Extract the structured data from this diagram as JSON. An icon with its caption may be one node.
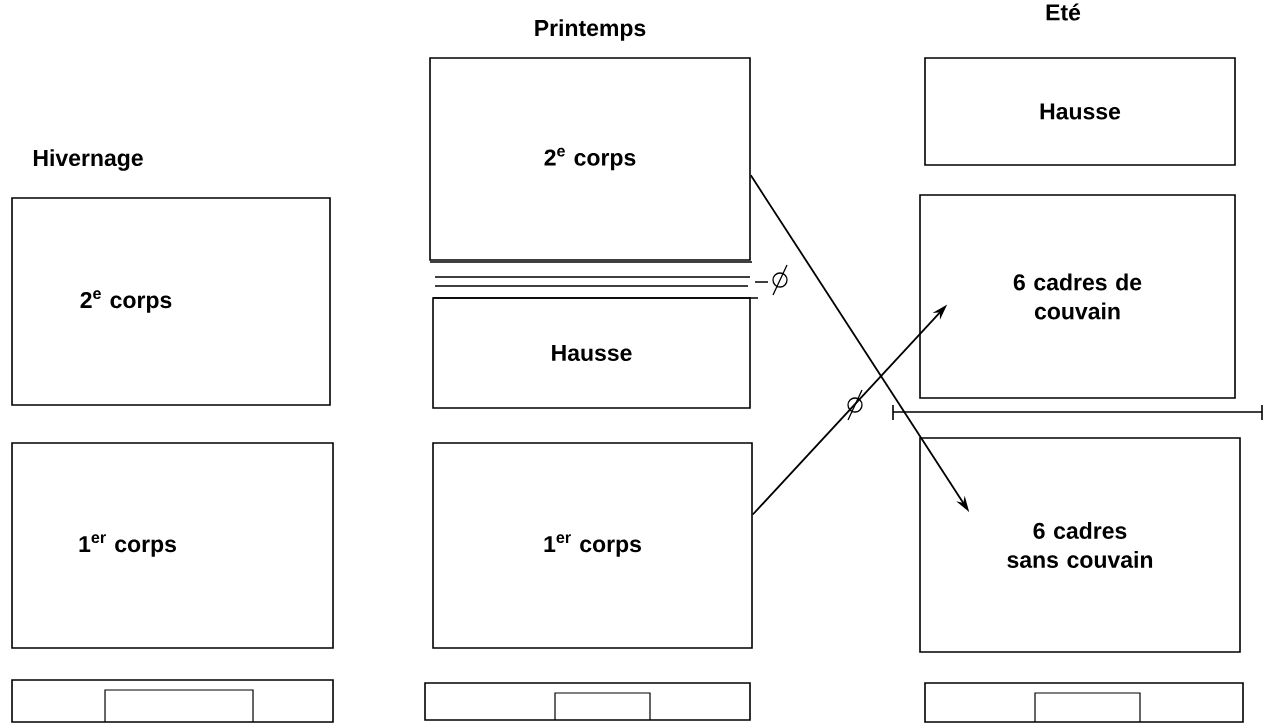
{
  "diagram": {
    "nodes": [
      {
        "text": [
          "2$^{e}$ corps"
        ]
      },
      {
        "text": [
          "1$^{er}$ corps"
        ]
      },
      {
        "text": [],
        "shape": "box"
      },
      {
        "text": [
          "2$^{e}$ corps"
        ]
      },
      {
        "text": [
          "Hausse"
        ]
      },
      {
        "text": [
          "1$^{er}$ corps"
        ]
      },
      {
        "text": [],
        "shape": "box"
      },
      {
        "text": [
          "Hausse"
        ]
      },
      {
        "text": [
          "6 cadres de couvain"
        ]
      },
      {
        "text": [
          "6 cadres sans couvain"
        ]
      },
      {
        "text": [],
        "shape": "box"
      }
    ],
    "edges": [
      {
        "from": 3,
        "to": 9,
        "arrow": "to"
      },
      {
        "from": 5,
        "to": 8,
        "arrow": "to"
      }
    ],
    "labels": [
      "Hivernage",
      "Printemps",
      "Eté"
    ]
  }
}
